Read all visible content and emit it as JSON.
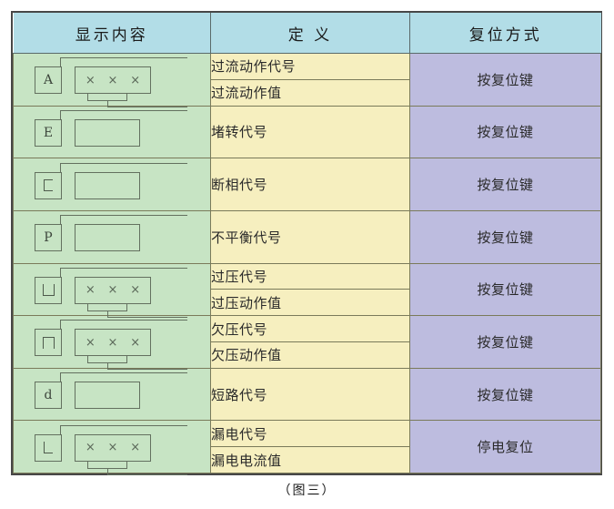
{
  "figure": {
    "caption": "（图三）"
  },
  "table": {
    "columns": [
      {
        "key": "display",
        "header": "显示内容"
      },
      {
        "key": "definition",
        "header": "定 义"
      },
      {
        "key": "reset",
        "header": "复位方式"
      }
    ],
    "rows": [
      {
        "code_glyph": "A",
        "glyph_type": "text",
        "has_value_digits": true,
        "definitions": [
          "过流动作代号",
          "过流动作值"
        ],
        "reset": "按复位键"
      },
      {
        "code_glyph": "E",
        "glyph_type": "text",
        "has_value_digits": false,
        "definitions": [
          "堵转代号"
        ],
        "reset": "按复位键"
      },
      {
        "code_glyph": "c",
        "glyph_type": "segment-c",
        "has_value_digits": false,
        "definitions": [
          "断相代号"
        ],
        "reset": "按复位键"
      },
      {
        "code_glyph": "P",
        "glyph_type": "text",
        "has_value_digits": false,
        "definitions": [
          "不平衡代号"
        ],
        "reset": "按复位键"
      },
      {
        "code_glyph": "U",
        "glyph_type": "segment-u",
        "has_value_digits": true,
        "definitions": [
          "过压代号",
          "过压动作值"
        ],
        "reset": "按复位键"
      },
      {
        "code_glyph": "n",
        "glyph_type": "segment-n",
        "has_value_digits": true,
        "definitions": [
          "欠压代号",
          "欠压动作值"
        ],
        "reset": "按复位键"
      },
      {
        "code_glyph": "d",
        "glyph_type": "text",
        "has_value_digits": false,
        "definitions": [
          "短路代号"
        ],
        "reset": "按复位键"
      },
      {
        "code_glyph": "L",
        "glyph_type": "segment-l",
        "has_value_digits": true,
        "definitions": [
          "漏电代号",
          "漏电电流值"
        ],
        "reset": "停电复位"
      }
    ],
    "digit_placeholder": "×",
    "digit_count": 3
  },
  "colors": {
    "header_bg": "#b2dde7",
    "display_bg": "#c7e4c4",
    "definition_bg": "#f6efbf",
    "reset_bg": "#bdbcdf",
    "outer_border": "#474747",
    "diagram_stroke": "#63705f"
  }
}
